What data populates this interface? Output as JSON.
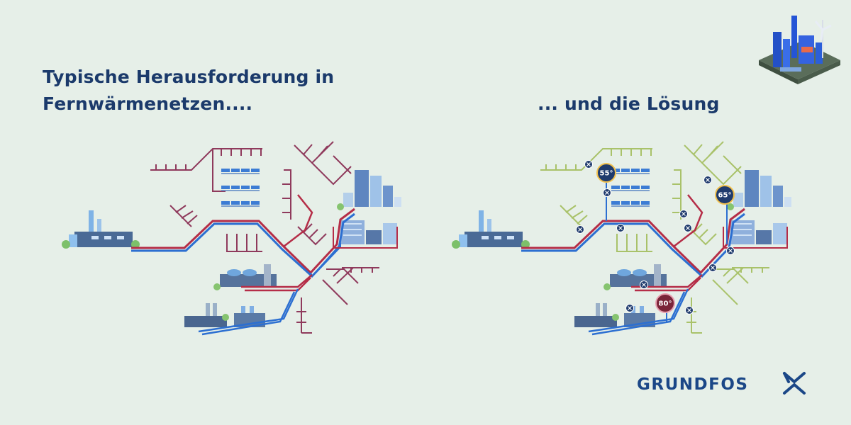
{
  "title_left_line1": "Typische Herausforderung in",
  "title_left_line2": "Fernwärmenetzen....",
  "title_right": "... und die Lösung",
  "temperatures": [
    "55°",
    "65°",
    "80°"
  ],
  "logo": "GRUNDFOS",
  "colors": {
    "background": "#e6efe8",
    "title": "#1b3a6b",
    "supply_pipe": "#b52d47",
    "return_pipe": "#2c6fd1",
    "branch_pipe_left": "#8f3a5c",
    "branch_pipe_right": "#a9c26a",
    "brand": "#1b4787"
  }
}
